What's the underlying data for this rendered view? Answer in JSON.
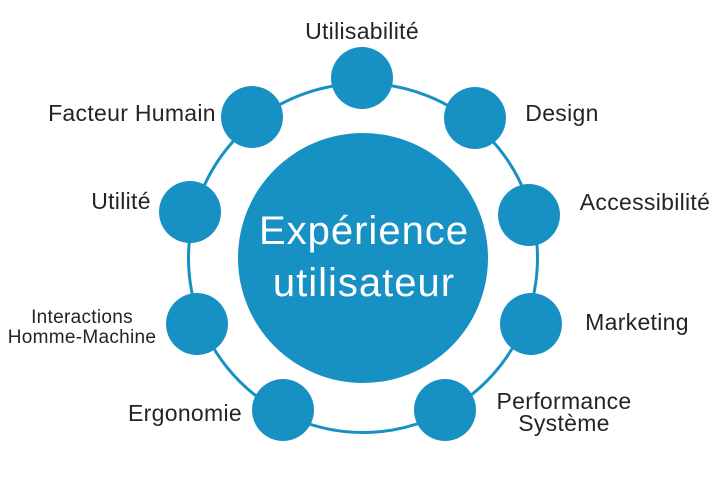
{
  "diagram": {
    "title": "Expérience utilisateur",
    "center": {
      "label": "Expérience\nutilisateur"
    },
    "satellites": [
      {
        "id": "utilisabilite",
        "label": "Utilisabilité"
      },
      {
        "id": "design",
        "label": "Design"
      },
      {
        "id": "accessibilite",
        "label": "Accessibilité"
      },
      {
        "id": "marketing",
        "label": "Marketing"
      },
      {
        "id": "performance-systeme",
        "label": "Performance\nSystème"
      },
      {
        "id": "ergonomie",
        "label": "Ergonomie"
      },
      {
        "id": "interactions-homme-machine",
        "label": "Interactions\nHomme-Machine"
      },
      {
        "id": "utilite",
        "label": "Utilité"
      },
      {
        "id": "facteur-humain",
        "label": "Facteur Humain"
      }
    ],
    "colors": {
      "accent": "#1791c4",
      "label_text": "#262324",
      "center_text": "#ffffff",
      "background": "#ffffff"
    }
  }
}
